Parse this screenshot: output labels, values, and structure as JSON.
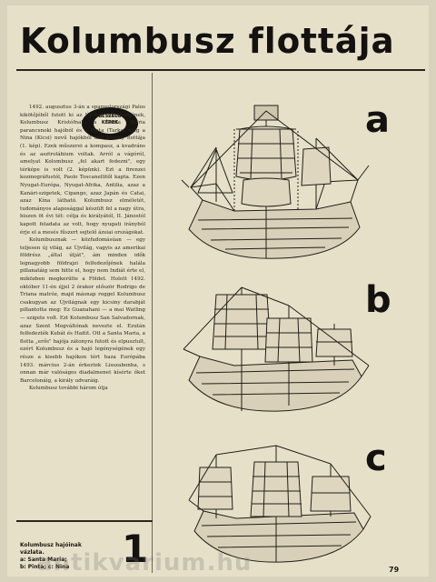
{
  "title": "Kolumbusz flottája",
  "badge": {
    "line1": "BESZÉLŐ",
    "line2": "KÉPEK"
  },
  "body_paragraphs": [
    "1492. augusztus 3-án a spanyolországi Palos kikötőjéből futott ki az Újvilág felfedezőjének, Kolumbusz Kristófnak a Santa Maria parancsnoki hajóból és a Pinta (Tarka) meg a Nina (Kicsi) nevű hajókból álló kicsiny flottája (1. kép). Ezek műszerei a kompasz, a kvadráns és az asztrolábium voltak. Arról a vágóról, amelyat Kolumbusz „fel akart fedezni\", egy térképe is volt (2. képünk). Ezt a firenzei kozmográfustól, Paolo Toscanellitől kapta. Ezen Nyugat-Európa, Nyugat-Afrika, Antilia, azaz a Kanári-szigetek, Cipango, azaz Japán és Catai, azaz Kína látható. Kolumbusz elméletét, tudományos alaposággal készült fel a nagy útra, hiszen öt évi tét: célja és királyától, II. Jánostól kapott feladata az volt, hogy nyugati irányból érje el a mesés fűszert sejtelő ázsiai országokat.",
    "Kolumbusznak — közfudomásúan — egy teljesen új világ, az Újvilág, vagyis az amerikai földrész „által útját\", ám minden idők legnagyobb földrajzi felfedezőjének halála pillanatáig sem hitte el, hogy nem Indiát érte el, miközben megkerülte a Földet. Holott 1492. október 11-én éjjel 2 órakor először Rodrigo de Triana matróz, majd másnap reggel Kolumbusz csakugyan az Újvilágnak egy kicsiny darabját pillantotta meg: Ez Guanahani — a mai Watling — szigete volt. Ezt Kolumbusz San Salvadornak, azaz Szent Megváltónak nevezte el. Ezután felfedezték Kubát és Haitit. Ott a Santa Maria, a flotta „erős\" hajója zátonyra futott és elpusztult, ezért Kolumbusz és a hajó legénységének egy része a kisebb hajókon tért haza Európába 1493. március 2-án érkeztek Lisszabonba, s onnan már valóságos diadalmenet kísérte őket Barcelonáig, a király udvaráig.",
    "Kolumbusz további három útja"
  ],
  "figure": {
    "number": "1",
    "caption_lines": [
      "Kolumbusz hajóinak vázlata.",
      "a: Santa Maria;",
      "b: Pinta; c: Nina"
    ],
    "letters": [
      "a",
      "b",
      "c"
    ]
  },
  "page_number": "79",
  "watermark": "antikvarium.hu"
}
